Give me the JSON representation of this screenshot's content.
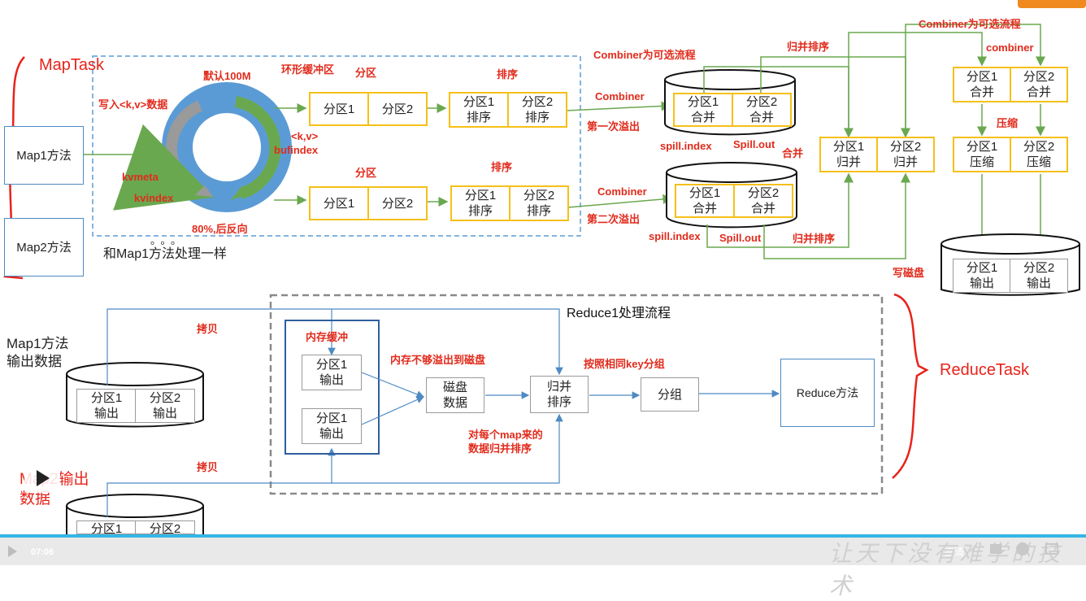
{
  "maptask": {
    "title": "MapTask",
    "map1": "Map1方法",
    "map2": "Map2方法",
    "map2_note": "和Map1方法处理一样",
    "dots": "。。。",
    "ring": {
      "default_size": "默认100M",
      "name": "环形缓冲区",
      "write": "写入<k,v>数据",
      "kvmeta": "kvmeta",
      "kvindex": "kvindex",
      "kv": "<k,v>",
      "bufindex": "bufindex",
      "reverse": "80%,后反向"
    },
    "partition_label": "分区",
    "sort_label": "排序",
    "p1": "分区1",
    "p2": "分区2",
    "p1_sorted": "分区1\n排序",
    "p2_sorted": "分区2\n排序",
    "combiner_optional": "Combiner为可选流程",
    "combiner": "Combiner",
    "spill1": "第一次溢出",
    "spill2": "第二次溢出",
    "spill_index": "spill.index",
    "spill_out_1": "Spill.out",
    "spill_out_2": "Spill.out",
    "p1_merged": "分区1\n合并",
    "p2_merged": "分区2\n合并",
    "merge_sort": "归并排序",
    "merge": "合并",
    "p1_mergesorted": "分区1\n归并",
    "p2_mergesorted": "分区2\n归并",
    "combiner_optional_2": "Combiner为可选流程",
    "combiner_lower": "combiner",
    "compress": "压缩",
    "p1_compressed": "分区1\n压缩",
    "p2_compressed": "分区2\n压缩",
    "write_disk": "写磁盘",
    "p1_output": "分区1\n输出",
    "p2_output": "分区2\n输出"
  },
  "reducetask": {
    "title": "ReduceTask",
    "flow_title": "Reduce1处理流程",
    "map1_out": "Map1方法\n输出数据",
    "map2_out": "Map2输出\n数据",
    "copy": "拷贝",
    "mem_buffer": "内存缓冲",
    "overflow": "内存不够溢出到磁盘",
    "disk_data": "磁盘\n数据",
    "merge_sort": "归并\n排序",
    "per_map": "对每个map来的\n数据归并排序",
    "group_by": "按照相同key分组",
    "group": "分组",
    "reduce_method": "Reduce方法",
    "p1_output": "分区1\n输出",
    "p2_output": "分区2\n输出"
  },
  "player": {
    "time": "07:06",
    "quality": "高清",
    "watermark": "让天下没有难学的技术"
  }
}
